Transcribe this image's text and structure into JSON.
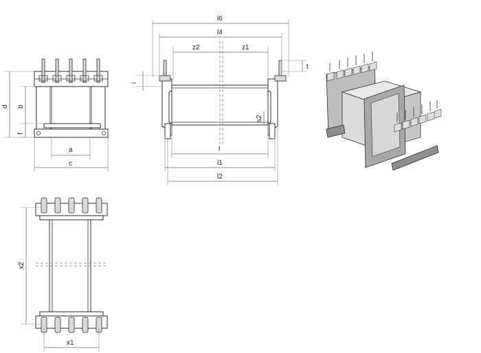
{
  "colors": {
    "line": "#2b2b2b",
    "dimension": "#6b6b6b",
    "body_light": "#dcdcdc",
    "body_mid": "#bdbdbd",
    "body_dark": "#8e8e8e",
    "core": "#e9e9e9"
  },
  "dimensions": {
    "l6": "l6",
    "l4": "l4",
    "z2": "z2",
    "z1": "z1",
    "t": "t",
    "i": "i",
    "s2": "s2",
    "l": "l",
    "l1": "l1",
    "l2": "l2",
    "d": "d",
    "b": "b",
    "f": "f",
    "a": "a",
    "c": "c",
    "x2": "x2",
    "x1": "x1"
  }
}
